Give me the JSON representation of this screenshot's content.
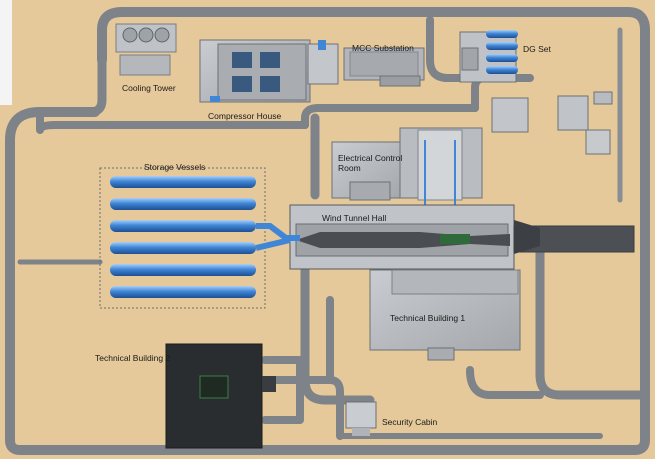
{
  "labels": {
    "cooling_tower": "Cooling Tower",
    "compressor_house": "Compressor House",
    "mcc_substation": "MCC Substation",
    "dg_set": "DG Set",
    "storage_vessels": "Storage Vessels",
    "electrical_control_room": "Electrical Control Room",
    "wind_tunnel_hall": "Wind Tunnel Hall",
    "technical_building_1": "Technical Building 1",
    "technical_building_2": "Technical Building 2",
    "security_cabin": "Security Cabin"
  },
  "colors": {
    "ground": "#e6c99a",
    "road": "#7d8388",
    "building_roof": "#b8bcc0",
    "pipe_blue": "#3f86d6",
    "dark_building": "#2a2d2f"
  }
}
